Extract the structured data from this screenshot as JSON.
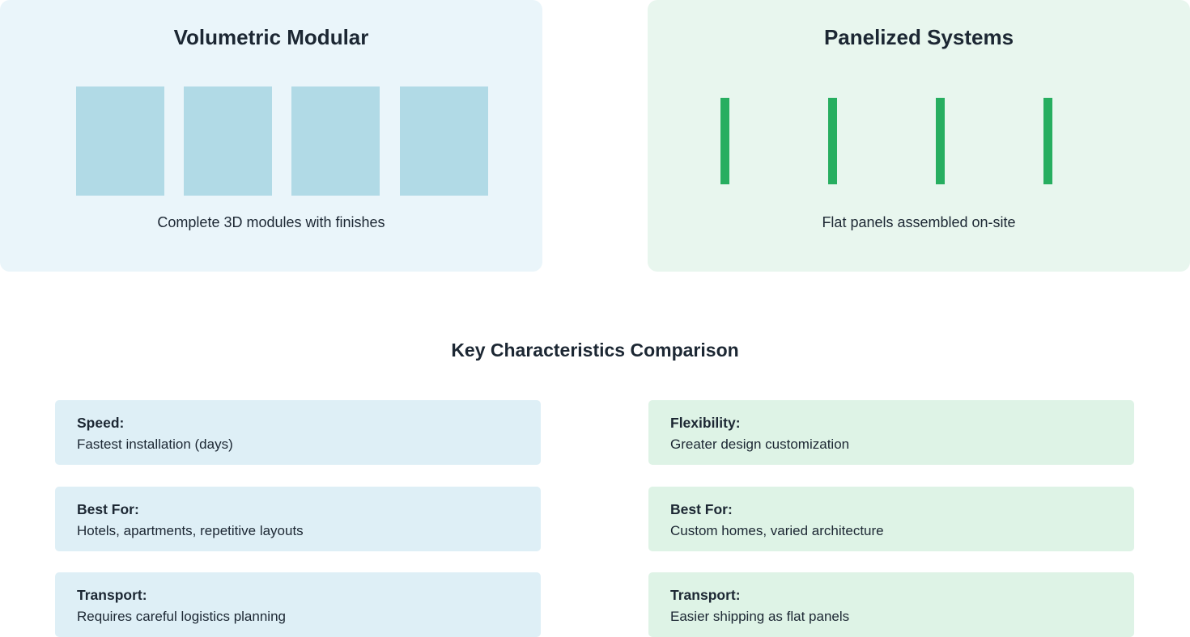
{
  "volumetric": {
    "title": "Volumetric Modular",
    "caption": "Complete 3D modules with finishes",
    "module_count": 4,
    "color": "#b1dae6"
  },
  "panelized": {
    "title": "Panelized Systems",
    "caption": "Flat panels assembled on-site",
    "panel_count": 4,
    "color": "#27ae60"
  },
  "comparison": {
    "title": "Key Characteristics Comparison",
    "volumetric_items": [
      {
        "label": "Speed:",
        "value": "Fastest installation (days)"
      },
      {
        "label": "Best For:",
        "value": "Hotels, apartments, repetitive layouts"
      },
      {
        "label": "Transport:",
        "value": "Requires careful logistics planning"
      }
    ],
    "panelized_items": [
      {
        "label": "Flexibility:",
        "value": "Greater design customization"
      },
      {
        "label": "Best For:",
        "value": "Custom homes, varied architecture"
      },
      {
        "label": "Transport:",
        "value": "Easier shipping as flat panels"
      }
    ]
  }
}
